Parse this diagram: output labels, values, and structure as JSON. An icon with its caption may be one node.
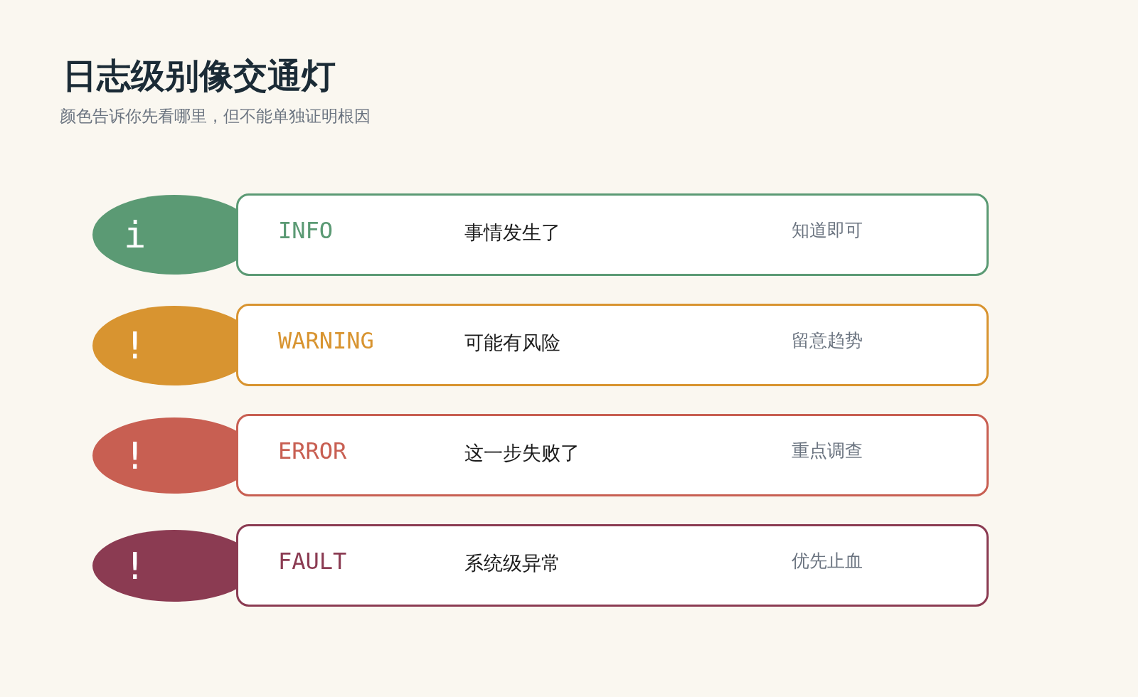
{
  "diagram": {
    "title": "日志级别像交通灯",
    "caption": "颜色告诉你先看哪里，但不能单独证明根因",
    "nodes": [
      {
        "text": [
          "i"
        ]
      },
      {
        "text": [
          "INFO",
          "事情发生了",
          "知道即可"
        ]
      },
      {
        "text": [
          "!"
        ]
      },
      {
        "text": [
          "WARNING",
          "可能有风险",
          "留意趋势"
        ]
      },
      {
        "text": [
          "!"
        ]
      },
      {
        "text": [
          "ERROR",
          "这一步失败了",
          "重点调查"
        ]
      },
      {
        "text": [
          "!"
        ]
      },
      {
        "text": [
          "FAULT",
          "系统级异常",
          "优先止血"
        ]
      }
    ]
  }
}
